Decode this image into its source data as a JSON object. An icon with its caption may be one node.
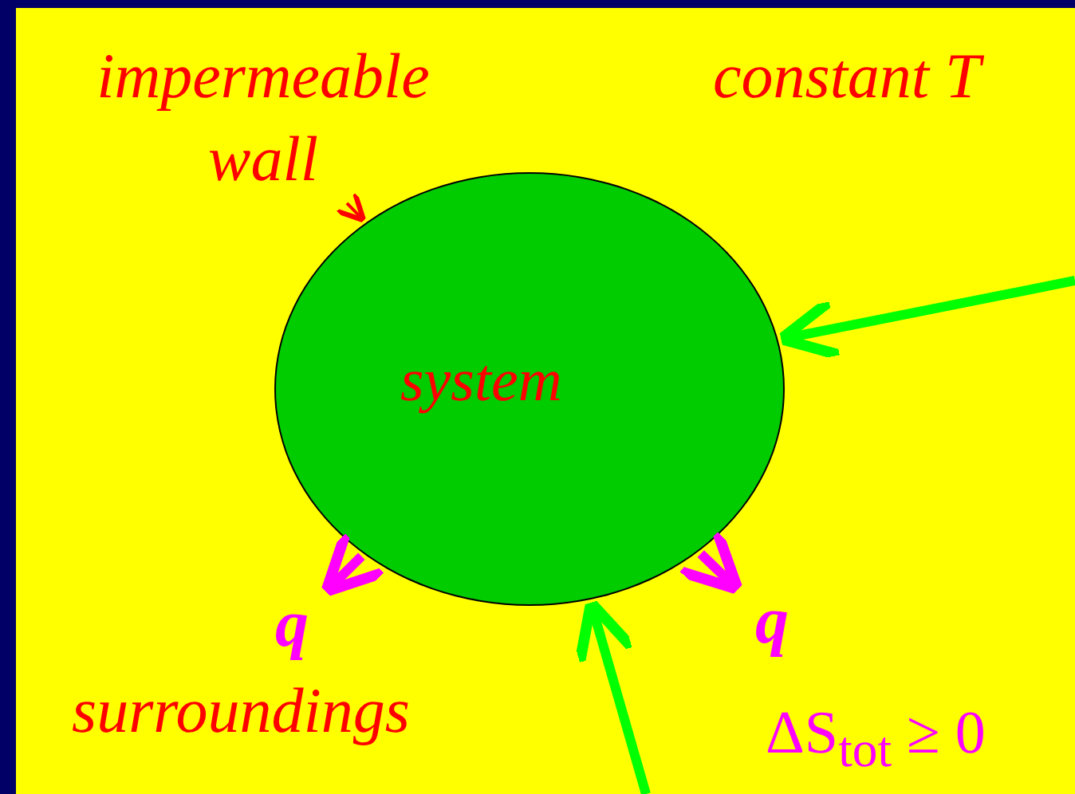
{
  "diagram": {
    "nodes": [
      {
        "text": [
          "impermeable wall"
        ]
      },
      {
        "text": [
          "system"
        ]
      },
      {
        "text": [
          "q"
        ]
      },
      {
        "text": [
          "q"
        ]
      }
    ],
    "edges": [
      {
        "from": 0,
        "to": 1,
        "arrow": "to",
        "color": "#ff0000"
      },
      {
        "from": null,
        "to": 1,
        "arrow": "to",
        "color": "#00ff00"
      },
      {
        "from": null,
        "to": 1,
        "arrow": "to",
        "color": "#00ff00"
      },
      {
        "from": 1,
        "to": 2,
        "arrow": "to",
        "color": "#ff00ff"
      },
      {
        "from": 1,
        "to": 3,
        "arrow": "to",
        "color": "#ff00ff"
      }
    ],
    "labels": [
      "constant T",
      "surroundings",
      "ΔS$_{tot}$ ≥ 0"
    ]
  }
}
